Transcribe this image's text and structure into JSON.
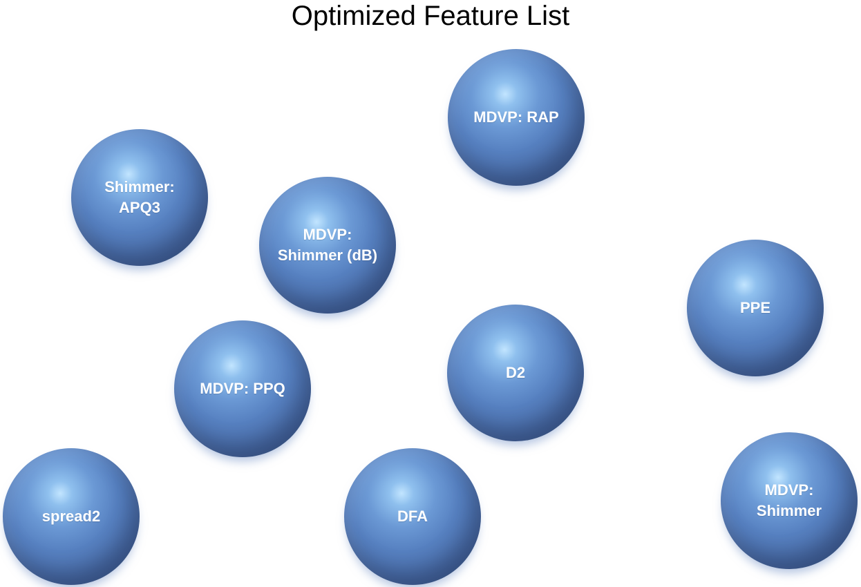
{
  "title": "Optimized Feature List",
  "features": [
    {
      "id": "rap",
      "label": "MDVP: RAP"
    },
    {
      "id": "apq3",
      "label": "Shimmer:\nAPQ3"
    },
    {
      "id": "shimmer_db",
      "label": "MDVP:\nShimmer (dB)"
    },
    {
      "id": "ppe",
      "label": "PPE"
    },
    {
      "id": "ppq",
      "label": "MDVP: PPQ"
    },
    {
      "id": "d2",
      "label": "D2"
    },
    {
      "id": "spread2",
      "label": "spread2"
    },
    {
      "id": "dfa",
      "label": "DFA"
    },
    {
      "id": "shimmer",
      "label": "MDVP:\nShimmer"
    }
  ],
  "colors": {
    "sphere_base": "#5680c0",
    "sphere_highlight": "#c2e5ff",
    "label": "#ffffff",
    "title": "#000000"
  }
}
